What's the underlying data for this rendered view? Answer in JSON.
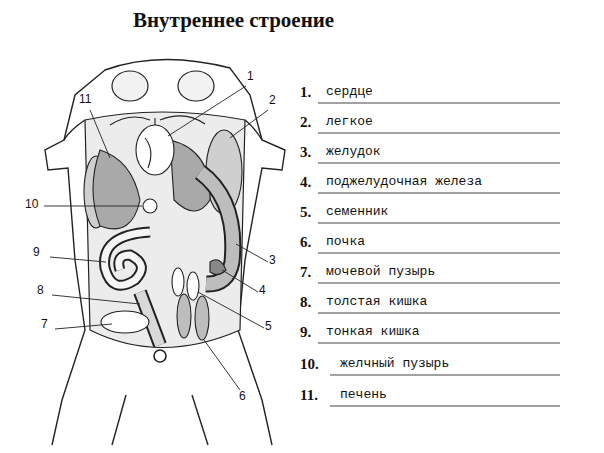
{
  "diagram": {
    "title": "Внутреннее строение",
    "labels": [
      "1",
      "2",
      "11",
      "10",
      "3",
      "9",
      "8",
      "4",
      "7",
      "5",
      "6",
      "1.",
      "сердце",
      "2.",
      "легкое",
      "3.",
      "желудок",
      "4.",
      "поджелудочная железа",
      "5.",
      "семенник",
      "6.",
      "почка",
      "7.",
      "мочевой пузырь",
      "8.",
      "толстая кишка",
      "9.",
      "тонкая кишка",
      "10.",
      "желчный пузырь",
      "11.",
      "печень"
    ]
  }
}
